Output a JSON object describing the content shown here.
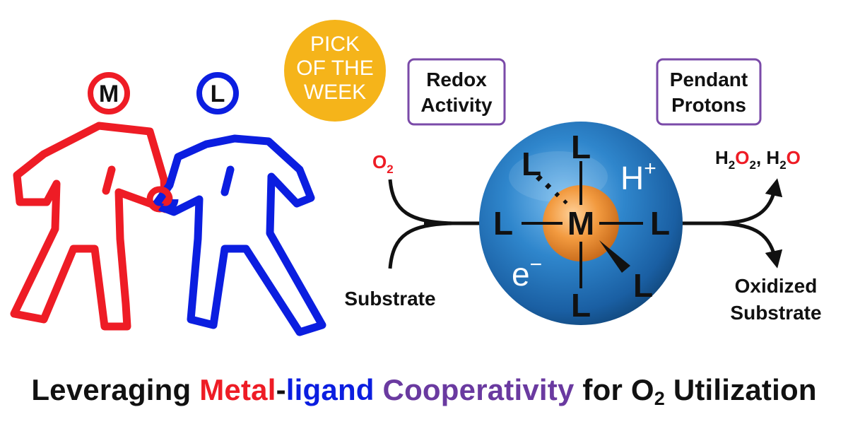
{
  "badge": {
    "lines": [
      "PICK",
      "OF THE",
      "WEEK"
    ]
  },
  "figures": {
    "metal_label": "M",
    "ligand_label": "L"
  },
  "boxes": {
    "redox": [
      "Redox",
      "Activity"
    ],
    "pendant": [
      "Pendant",
      "Protons"
    ]
  },
  "scheme": {
    "o2": {
      "main": "O",
      "sub": "2"
    },
    "substrate": "Substrate",
    "products": {
      "h2o2_h": "H",
      "h2o2_sub1": "2",
      "h2o2_o": "O",
      "h2o2_sub2": "2",
      "comma": ",",
      "h2o_h": "H",
      "h2o_sub": "2",
      "h2o_o": "O"
    },
    "oxidized": [
      "Oxidized",
      "Substrate"
    ]
  },
  "complex": {
    "metal": "M",
    "ligand": "L",
    "proton": "H",
    "proton_charge": "+",
    "electron": "e",
    "electron_charge": "−"
  },
  "caption": {
    "part1": "Leveraging ",
    "metal": "Metal",
    "dash": "-",
    "ligand": "ligand",
    "space": " ",
    "cooperativity": "Cooperativity",
    "part2": " for O",
    "sub": "2",
    "part3": " Utilization"
  },
  "colors": {
    "metal_red": "#ee1c25",
    "ligand_blue": "#0b1ee0",
    "cooperativity_purple": "#6a3aa0",
    "badge_gold": "#f5b41a",
    "sphere_blue": "#1f6fb8",
    "core_orange": "#f08a2c",
    "box_purple": "#7a4aa8"
  }
}
